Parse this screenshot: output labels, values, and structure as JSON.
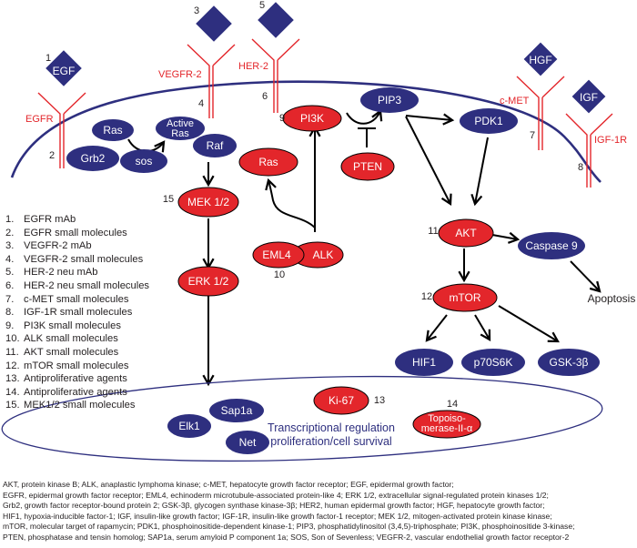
{
  "colors": {
    "blue": "#2e2f7f",
    "red": "#e3262b",
    "black": "#000000",
    "label_red": "#e3262b",
    "text_blue": "#2e2f7f"
  },
  "ligands": [
    {
      "id": "egf",
      "label": "EGF",
      "number": "1"
    },
    {
      "id": "vegf",
      "label": "",
      "number": "3"
    },
    {
      "id": "her2-ligand",
      "label": "",
      "number": "5"
    },
    {
      "id": "hgf",
      "label": "HGF",
      "number": ""
    },
    {
      "id": "igf",
      "label": "IGF",
      "number": ""
    }
  ],
  "receptors": [
    {
      "id": "egfr",
      "label": "EGFR",
      "number": "2"
    },
    {
      "id": "vegfr2",
      "label": "VEGFR-2",
      "number": "4"
    },
    {
      "id": "her2",
      "label": "HER-2",
      "number": "6"
    },
    {
      "id": "cmet",
      "label": "c-MET",
      "number": "7"
    },
    {
      "id": "igf1r",
      "label": "IGF-1R",
      "number": "8"
    }
  ],
  "nodes": {
    "ras_blue": "Ras",
    "grb2": "Grb2",
    "sos": "sos",
    "active_ras_line1": "Active",
    "active_ras_line2": "Ras",
    "raf": "Raf",
    "pi3k": "PI3K",
    "pip3": "PIP3",
    "pten": "PTEN",
    "pdk1": "PDK1",
    "ras_red": "Ras",
    "mek": "MEK 1/2",
    "erk": "ERK 1/2",
    "eml4": "EML4",
    "alk": "ALK",
    "akt": "AKT",
    "caspase9": "Caspase 9",
    "apoptosis": "Apoptosis",
    "mtor": "mTOR",
    "hif1": "HIF1",
    "p70s6k": "p70S6K",
    "gsk3b": "GSK-3β",
    "sap1a": "Sap1a",
    "elk1": "Elk1",
    "net": "Net",
    "ki67": "Ki-67",
    "topo_line1": "Topoiso-",
    "topo_line2": "merase-II-α",
    "nucleus_line1": "Transcriptional regulation",
    "nucleus_line2": "proliferation/cell survival"
  },
  "node_numbers": {
    "pi3k": "9",
    "mek": "15",
    "alk": "10",
    "akt": "11",
    "mtor": "12",
    "ki67": "13",
    "topo": "14"
  },
  "legend": [
    {
      "n": "1.",
      "text": "EGFR mAb"
    },
    {
      "n": "2.",
      "text": "EGFR small molecules"
    },
    {
      "n": "3.",
      "text": "VEGFR-2 mAb"
    },
    {
      "n": "4.",
      "text": "VEGFR-2 small molecules"
    },
    {
      "n": "5.",
      "text": "HER-2 neu mAb"
    },
    {
      "n": "6.",
      "text": "HER-2 neu small molecules"
    },
    {
      "n": "7.",
      "text": "c-MET small molecules"
    },
    {
      "n": "8.",
      "text": "IGF-1R small molecules"
    },
    {
      "n": "9.",
      "text": "PI3K small molecules"
    },
    {
      "n": "10.",
      "text": "ALK small molecules"
    },
    {
      "n": "11.",
      "text": "AKT small molecules"
    },
    {
      "n": "12.",
      "text": "mTOR small molecules"
    },
    {
      "n": "13.",
      "text": "Antiproliferative agents"
    },
    {
      "n": "14.",
      "text": "Antiproliferative agents"
    },
    {
      "n": "15.",
      "text": "MEK1/2 small molecules"
    }
  ],
  "footnote": [
    "AKT, protein kinase B; ALK, anaplastic lymphoma kinase; c-MET, hepatocyte growth factor receptor; EGF, epidermal growth factor;",
    "EGFR, epidermal growth factor receptor; EML4, echinoderm microtubule-associated protein-like 4; ERK 1/2, extracellular signal-regulated protein kinases 1/2;",
    "Grb2, growth factor receptor-bound protein 2; GSK-3β, glycogen synthase kinase-3β; HER2, human epidermal growth factor; HGF, hepatocyte growth factor;",
    "HIF1, hypoxia-inducible factor-1; IGF, insulin-like growth factor; IGF-1R, insulin-like growth factor-1 receptor; MEK 1/2, mitogen-activated protein kinase kinase;",
    "mTOR, molecular target of rapamycin; PDK1, phosphoinositide-dependent kinase-1; PIP3, phosphatidylinositol (3,4,5)-triphosphate; PI3K, phosphoinositide 3-kinase;",
    "PTEN, phosphatase and tensin homolog; SAP1a, serum amyloid P component 1a; SOS, Son of Sevenless; VEGFR-2, vascular endothelial growth factor receptor-2"
  ]
}
